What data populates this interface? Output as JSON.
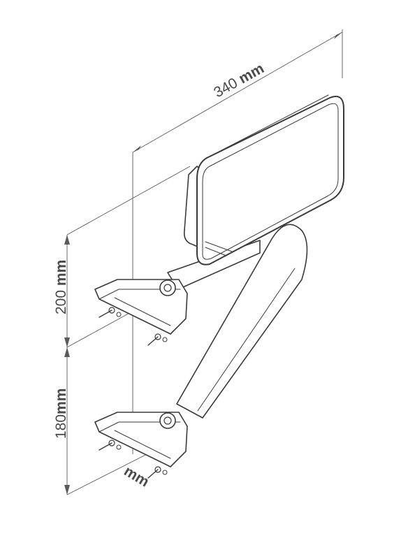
{
  "dimensions": {
    "width": {
      "value": "340",
      "unit": "mm"
    },
    "height_upper": {
      "value": "200",
      "unit": "mm"
    },
    "height_lower": {
      "value": "180",
      "unit": "mm"
    },
    "depth_unit": "mm"
  }
}
